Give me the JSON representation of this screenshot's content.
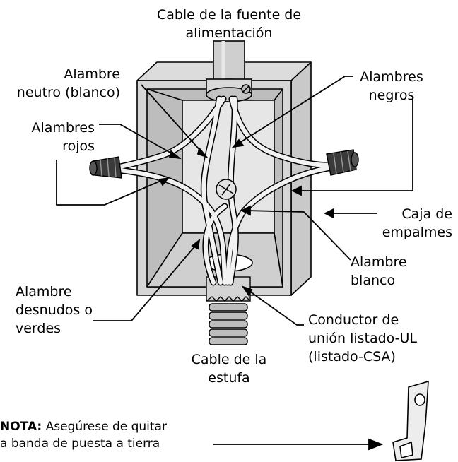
{
  "labels": {
    "supply_cable": [
      "Cable de la fuente de",
      "alimentación"
    ],
    "neutral_wire": [
      "Alambre",
      "neutro (blanco)"
    ],
    "black_wires": [
      "Alambres",
      "negros"
    ],
    "red_wires": [
      "Alambres",
      "rojos"
    ],
    "junction_box": [
      "Caja de",
      "empalmes"
    ],
    "white_wire": [
      "Alambre",
      "blanco"
    ],
    "bare_wires": [
      "Alambre",
      "desnudos o",
      "verdes"
    ],
    "bonding_conductor": [
      "Conductor de",
      "unión listado-UL",
      "(listado-CSA)"
    ],
    "range_cable": [
      "Cable de la",
      "estufa"
    ]
  },
  "note": {
    "prefix": "NOTA:",
    "line1": " Asegúrese de quitar",
    "line2": "a banda de puesta a tierra"
  }
}
